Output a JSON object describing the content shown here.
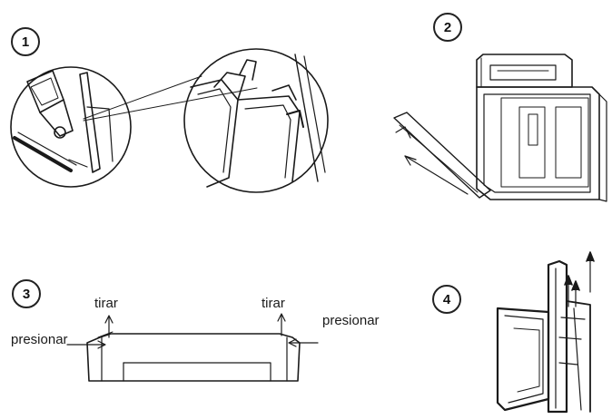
{
  "steps": [
    {
      "number": "1"
    },
    {
      "number": "2"
    },
    {
      "number": "3"
    },
    {
      "number": "4"
    }
  ],
  "labels": {
    "tirar_left": "tirar",
    "tirar_right": "tirar",
    "presionar_left": "presionar",
    "presionar_right": "presionar"
  },
  "colors": {
    "line": "#1a1a1a",
    "background": "#ffffff"
  }
}
